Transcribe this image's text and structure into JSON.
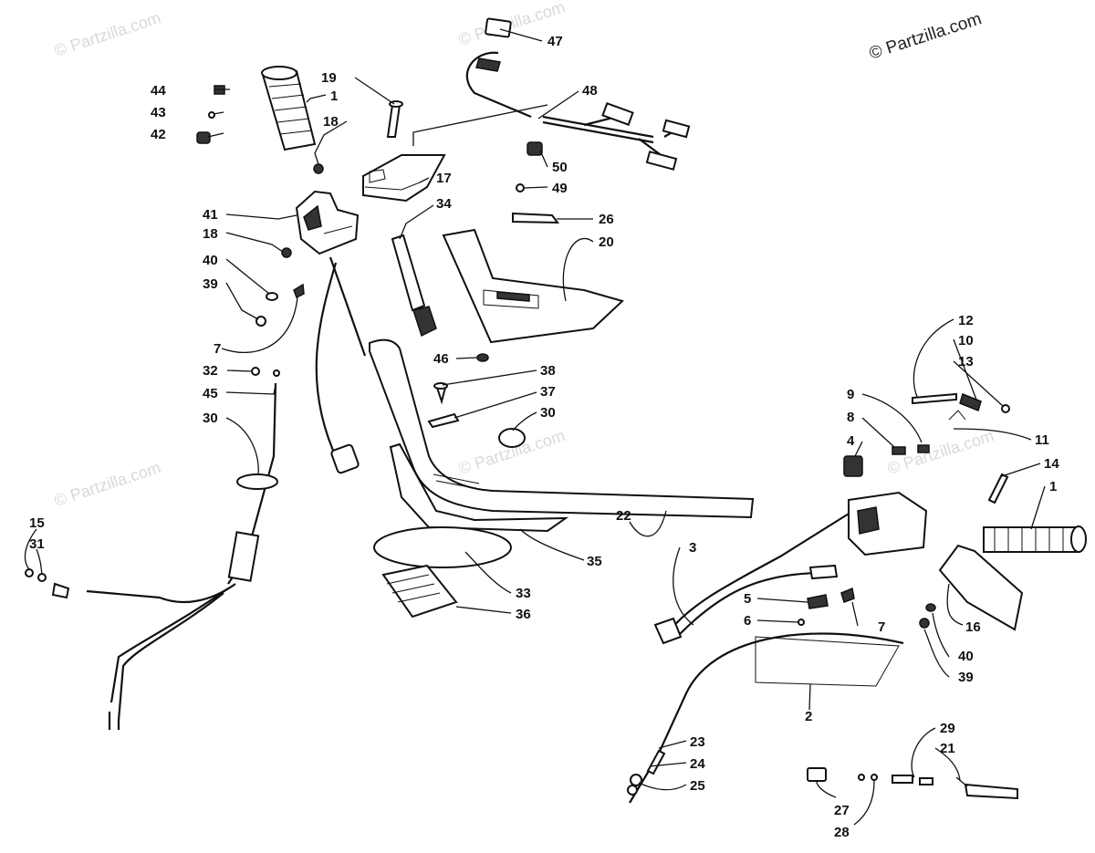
{
  "copyright": "© Partzilla.com",
  "watermark": "© Partzilla.com",
  "callouts": {
    "c44": "44",
    "c43": "43",
    "c42": "42",
    "c1a": "1",
    "c19": "19",
    "c18a": "18",
    "c47": "47",
    "c48": "48",
    "c50": "50",
    "c49": "49",
    "c17": "17",
    "c34": "34",
    "c41": "41",
    "c18b": "18",
    "c40a": "40",
    "c39a": "39",
    "c26": "26",
    "c20": "20",
    "c7a": "7",
    "c32": "32",
    "c45": "45",
    "c30a": "30",
    "c46": "46",
    "c38": "38",
    "c37": "37",
    "c30b": "30",
    "c12": "12",
    "c10": "10",
    "c13": "13",
    "c9": "9",
    "c8": "8",
    "c4": "4",
    "c11": "11",
    "c14": "14",
    "c1b": "1",
    "c15": "15",
    "c31": "31",
    "c22": "22",
    "c3": "3",
    "c35": "35",
    "c33": "33",
    "c36": "36",
    "c5": "5",
    "c7b": "7",
    "c6": "6",
    "c16": "16",
    "c40b": "40",
    "c39b": "39",
    "c2": "2",
    "c29": "29",
    "c21": "21",
    "c23": "23",
    "c24": "24",
    "c25": "25",
    "c27": "27",
    "c28": "28"
  }
}
